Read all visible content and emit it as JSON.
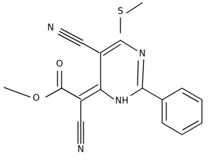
{
  "molecule": {
    "atom_labels": {
      "n_cyano_top": "N",
      "sulfur": "S",
      "n_ring_3": "N",
      "o_carbonyl": "O",
      "o_ester": "O",
      "nh_ring_1": "NH",
      "n_cyano_bottom": "N"
    }
  }
}
